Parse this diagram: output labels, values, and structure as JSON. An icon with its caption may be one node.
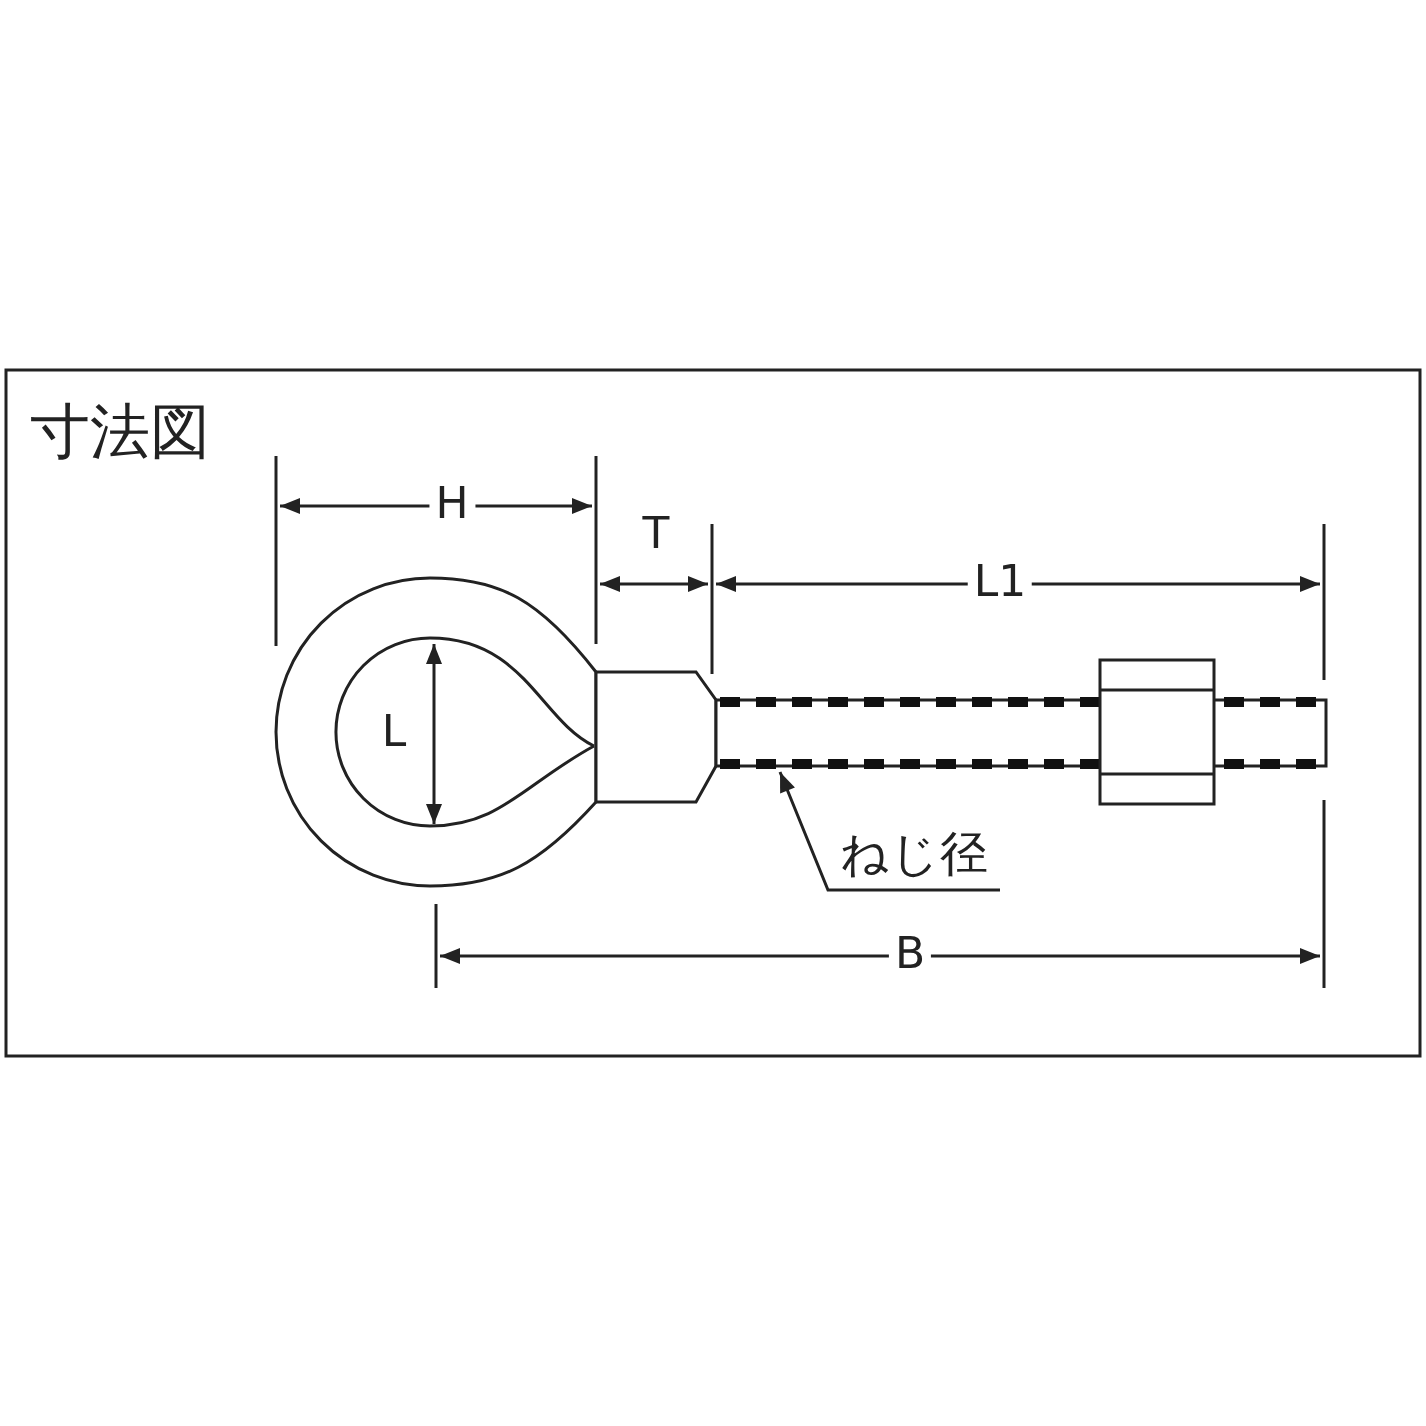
{
  "diagram": {
    "title": "寸法図",
    "nodes": [
      {
        "text": [
          "ねじ径"
        ]
      },
      {
        "text": [],
        "shape": "picture"
      }
    ],
    "edges": [
      {
        "from": 0,
        "to": 1,
        "arrow": "to"
      }
    ],
    "labels": [
      "H",
      "T",
      "L1",
      "L",
      "B"
    ]
  }
}
